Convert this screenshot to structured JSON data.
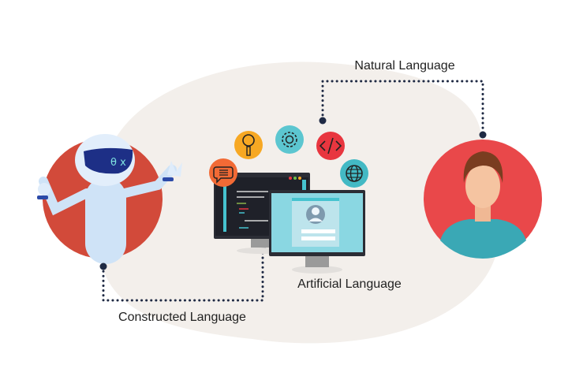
{
  "labels": {
    "natural": "Natural Language",
    "artificial": "Artificial Language",
    "constructed": "Constructed Language"
  },
  "robot_visor_text": "θ x",
  "icons": [
    "chat-icon",
    "magnifier-icon",
    "gear-icon",
    "code-icon",
    "globe-icon"
  ],
  "colors": {
    "blob": "#f3efeb",
    "circle": "#d9493a",
    "person_circle": "#e9484a",
    "dots": "#1f2a44",
    "chat": "#f26a35",
    "search": "#f7a823",
    "gear": "#5cc6d0",
    "code": "#e8363f",
    "globe": "#43b9c4"
  }
}
